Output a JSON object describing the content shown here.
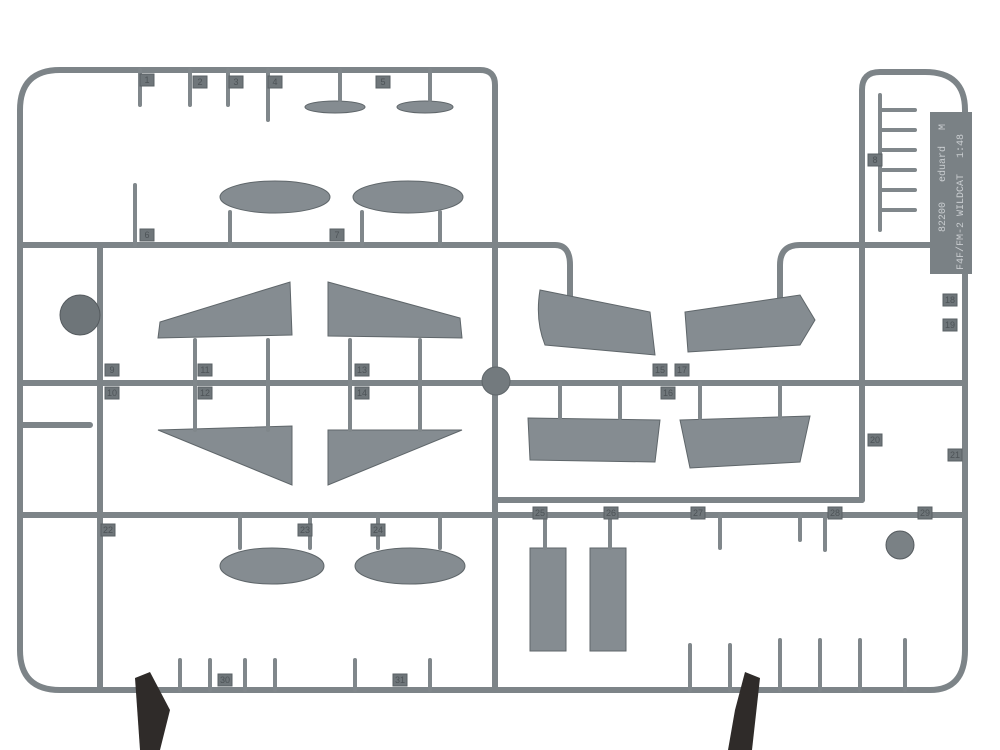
{
  "sprue": {
    "kit_number": "82200",
    "brand": "eduard",
    "subject": "F4F/FM-2 WILDCAT",
    "scale": "1:48",
    "logo_letter": "M",
    "plastic_color": "#858c91",
    "part_numbers": [
      "1",
      "2",
      "3",
      "4",
      "5",
      "6",
      "7",
      "8",
      "9",
      "10",
      "11",
      "12",
      "13",
      "14",
      "15",
      "16",
      "17",
      "18",
      "19",
      "20",
      "21",
      "22",
      "23",
      "24",
      "25",
      "26",
      "27",
      "28",
      "29",
      "30",
      "31"
    ]
  }
}
